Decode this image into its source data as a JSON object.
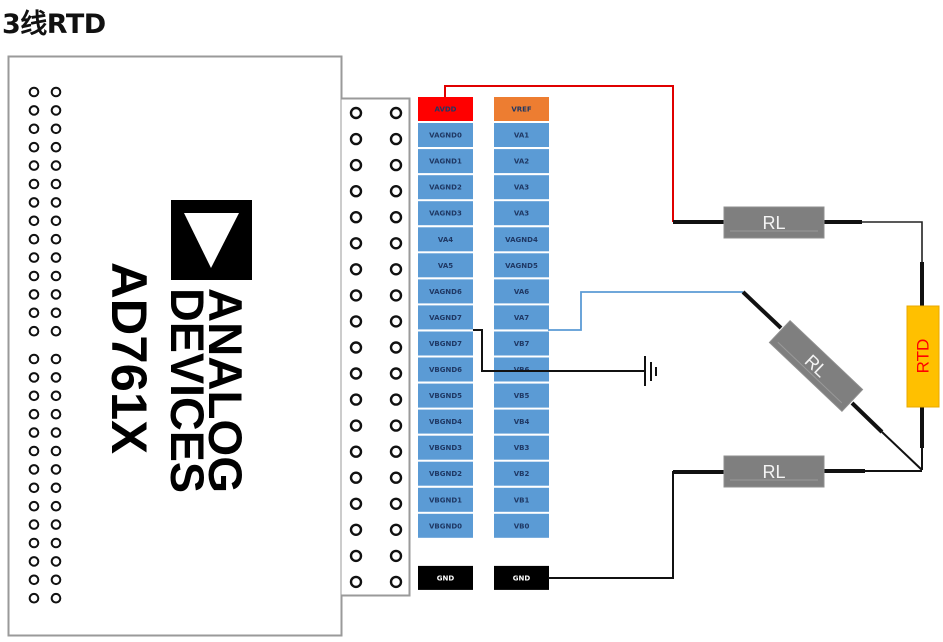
{
  "title": "3线RTD",
  "board": {
    "brand_line1": "ANALOG",
    "brand_line2": "DEVICES",
    "part_number": "AD761X",
    "header_left_rows_group1": 14,
    "header_left_rows_group2": 14,
    "connector_rows": 19
  },
  "pins": {
    "left_column": [
      {
        "label": "AVDD",
        "type": "power"
      },
      {
        "label": "VAGND0",
        "type": "signal"
      },
      {
        "label": "VAGND1",
        "type": "signal"
      },
      {
        "label": "VAGND2",
        "type": "signal"
      },
      {
        "label": "VAGND3",
        "type": "signal"
      },
      {
        "label": "VA4",
        "type": "signal"
      },
      {
        "label": "VA5",
        "type": "signal"
      },
      {
        "label": "VAGND6",
        "type": "signal"
      },
      {
        "label": "VAGND7",
        "type": "signal"
      },
      {
        "label": "VBGND7",
        "type": "signal"
      },
      {
        "label": "VBGND6",
        "type": "signal"
      },
      {
        "label": "VBGND5",
        "type": "signal"
      },
      {
        "label": "VBGND4",
        "type": "signal"
      },
      {
        "label": "VBGND3",
        "type": "signal"
      },
      {
        "label": "VBGND2",
        "type": "signal"
      },
      {
        "label": "VBGND1",
        "type": "signal"
      },
      {
        "label": "VBGND0",
        "type": "signal"
      },
      {
        "label": "GND",
        "type": "ground"
      }
    ],
    "right_column": [
      {
        "label": "VREF",
        "type": "ref"
      },
      {
        "label": "VA1",
        "type": "signal"
      },
      {
        "label": "VA2",
        "type": "signal"
      },
      {
        "label": "VA3",
        "type": "signal"
      },
      {
        "label": "VA3",
        "type": "signal"
      },
      {
        "label": "VAGND4",
        "type": "signal"
      },
      {
        "label": "VAGND5",
        "type": "signal"
      },
      {
        "label": "VA6",
        "type": "signal"
      },
      {
        "label": "VA7",
        "type": "signal"
      },
      {
        "label": "VB7",
        "type": "signal"
      },
      {
        "label": "VB6",
        "type": "signal"
      },
      {
        "label": "VB5",
        "type": "signal"
      },
      {
        "label": "VB4",
        "type": "signal"
      },
      {
        "label": "VB3",
        "type": "signal"
      },
      {
        "label": "VB2",
        "type": "signal"
      },
      {
        "label": "VB1",
        "type": "signal"
      },
      {
        "label": "VB0",
        "type": "signal"
      },
      {
        "label": "GND",
        "type": "ground"
      }
    ]
  },
  "components": {
    "rl_top": "RL",
    "rl_middle": "RL",
    "rl_bottom": "RL",
    "rtd": "RTD"
  },
  "colors": {
    "power": "#ff0000",
    "ref": "#ed7d31",
    "signal": "#5b9bd5",
    "ground": "#000000",
    "pin_text_dark": "#1f3864",
    "pin_text_light": "#ffffff",
    "wire_power": "#e00000",
    "wire_signal": "#5b9bd5",
    "wire_ground": "#111111",
    "resistor": "#7f7f7f",
    "rtd_fill": "#ffc000",
    "rtd_text": "#ff0000"
  },
  "connections": [
    {
      "from": "AVDD",
      "to": "RL top"
    },
    {
      "from": "VA7",
      "to": "RL middle"
    },
    {
      "from": "VAGND7",
      "to": "ground symbol"
    },
    {
      "from": "GND (right)",
      "to": "RL bottom"
    },
    {
      "from": "RL top",
      "to": "RTD top"
    },
    {
      "from": "RTD bottom",
      "to": "RL middle / RL bottom junction"
    }
  ]
}
